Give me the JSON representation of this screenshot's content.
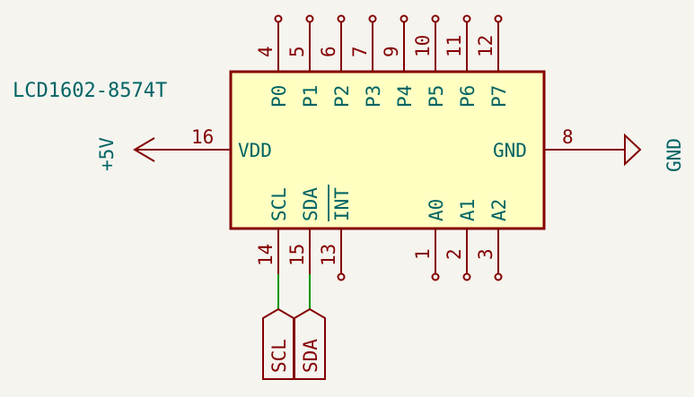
{
  "component": {
    "reference": "LCD1602-8574T",
    "colors": {
      "body_fill": "#ffffc2",
      "outline": "#840000",
      "pin_number": "#840000",
      "pin_name": "#006464",
      "wire": "#009600",
      "power": "#840000"
    },
    "top_pins": [
      {
        "number": "4",
        "name": "P0"
      },
      {
        "number": "5",
        "name": "P1"
      },
      {
        "number": "6",
        "name": "P2"
      },
      {
        "number": "7",
        "name": "P3"
      },
      {
        "number": "9",
        "name": "P4"
      },
      {
        "number": "10",
        "name": "P5"
      },
      {
        "number": "11",
        "name": "P6"
      },
      {
        "number": "12",
        "name": "P7"
      }
    ],
    "bottom_pins": [
      {
        "number": "14",
        "name": "SCL"
      },
      {
        "number": "15",
        "name": "SDA"
      },
      {
        "number": "13",
        "name": "INT"
      },
      {
        "number": "1",
        "name": "A0"
      },
      {
        "number": "2",
        "name": "A1"
      },
      {
        "number": "3",
        "name": "A2"
      }
    ],
    "left_pin": {
      "number": "16",
      "name": "VDD"
    },
    "right_pin": {
      "number": "8",
      "name": "GND"
    }
  },
  "power": {
    "vdd_net": "+5V",
    "gnd_net": "GND"
  },
  "labels": {
    "scl": "SCL",
    "sda": "SDA"
  }
}
